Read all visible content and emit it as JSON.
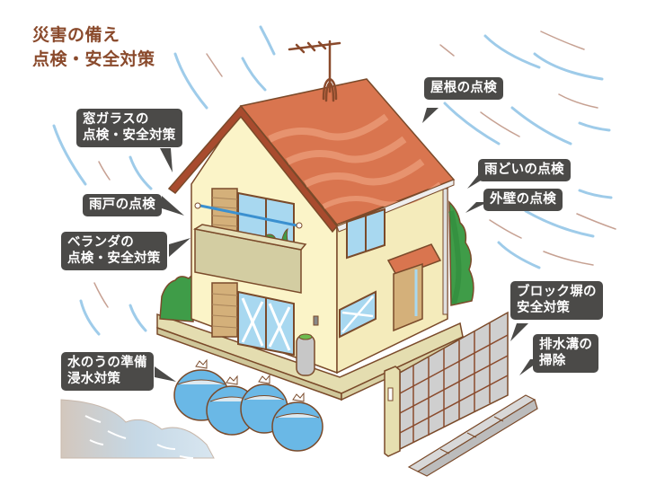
{
  "title": {
    "line1": "災害の備え",
    "line2": "点検・安全対策",
    "color": "#8a4a2c"
  },
  "callouts": [
    {
      "id": "window-glass",
      "lines": [
        "窓ガラスの",
        "点検・安全対策"
      ]
    },
    {
      "id": "storm-shutter",
      "lines": [
        "雨戸の点検"
      ]
    },
    {
      "id": "veranda",
      "lines": [
        "ベランダの",
        "点検・安全対策"
      ]
    },
    {
      "id": "sandbags",
      "lines": [
        "水のうの準備",
        "浸水対策"
      ]
    },
    {
      "id": "roof",
      "lines": [
        "屋根の点検"
      ]
    },
    {
      "id": "gutter",
      "lines": [
        "雨どいの点検"
      ]
    },
    {
      "id": "exterior-wall",
      "lines": [
        "外壁の点検"
      ]
    },
    {
      "id": "block-wall",
      "lines": [
        "ブロック塀の",
        "安全対策"
      ]
    },
    {
      "id": "drain",
      "lines": [
        "排水溝の",
        "掃除"
      ]
    }
  ],
  "colors": {
    "callout_bg": "#4b4a48",
    "roof": "#d9754f",
    "roof_light": "#e7936f",
    "roof_edge": "#a84b2e",
    "wall": "#fbf4c8",
    "wall_side": "#f4ebbb",
    "outline": "#7a4a2a",
    "glass": "#a8d8f0",
    "shutter": "#d4b07a",
    "tree": "#3f9c48",
    "tree_dark": "#2e8a3c",
    "rain_blue": "#8ec3e6",
    "rain_brown": "#b98a78",
    "sandbag": "#6ab8e6",
    "block": "#cfcfcf",
    "water": "#c9dbe8"
  }
}
